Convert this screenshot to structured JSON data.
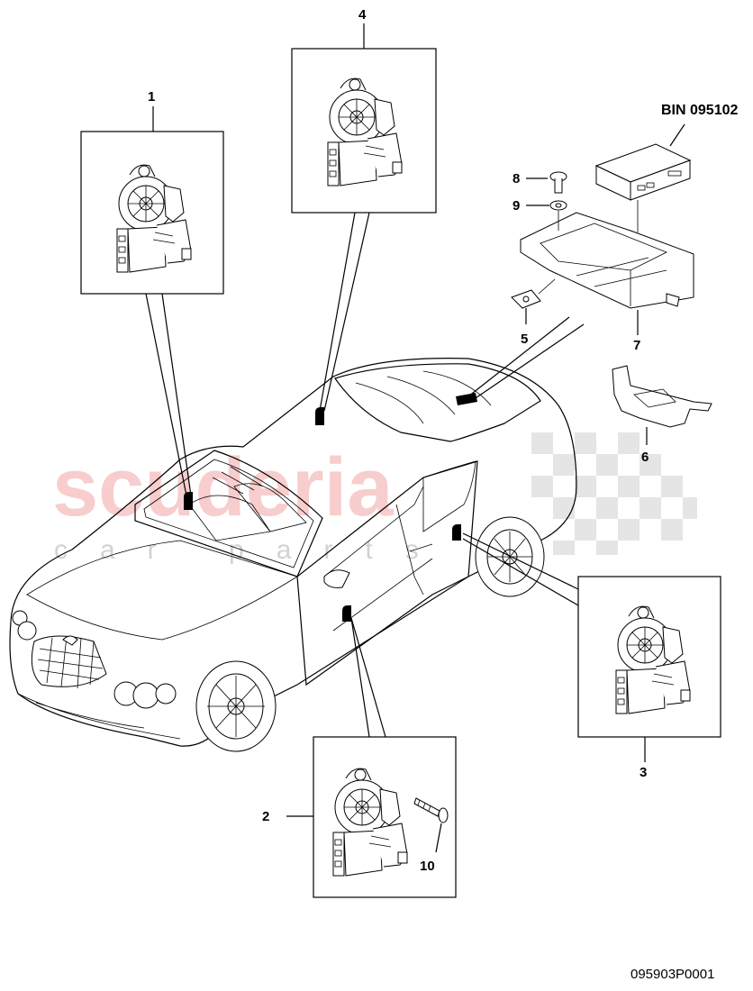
{
  "watermark": {
    "brand": "scuderia",
    "subline": "car parts"
  },
  "callouts": {
    "c1": "1",
    "c2": "2",
    "c3": "3",
    "c4": "4",
    "c5": "5",
    "c6": "6",
    "c7": "7",
    "c8": "8",
    "c9": "9",
    "c10": "10"
  },
  "bin_label": "BIN 095102",
  "document_number": "095903P0001",
  "icons": {
    "motor": "window-regulator-motor-icon",
    "vehicle": "car-illustration",
    "control_unit": "control-unit-icon",
    "bracket": "mounting-bracket-icon",
    "screw": "screw-icon",
    "washer": "washer-icon",
    "clip": "clip-icon"
  }
}
